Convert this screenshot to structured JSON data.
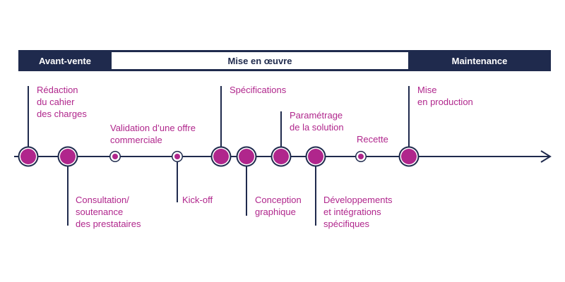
{
  "colors": {
    "navy": "#1f2a4d",
    "magenta": "#b0268c",
    "white": "#ffffff"
  },
  "phases": [
    {
      "label": "Avant-vente"
    },
    {
      "label": "Mise en œuvre"
    },
    {
      "label": "Maintenance"
    }
  ],
  "milestones": [
    {
      "label": "Rédaction\ndu cahier\ndes charges"
    },
    {
      "label": "Consultation/\nsoutenance\ndes prestataires"
    },
    {
      "label": "Validation d’une offre\ncommerciale"
    },
    {
      "label": "Kick-off"
    },
    {
      "label": "Spécifications"
    },
    {
      "label": "Conception\ngraphique"
    },
    {
      "label": "Paramétrage\nde la solution"
    },
    {
      "label": "Développements\net intégrations\nspécifiques"
    },
    {
      "label": "Recette"
    },
    {
      "label": "Mise\nen production"
    }
  ]
}
